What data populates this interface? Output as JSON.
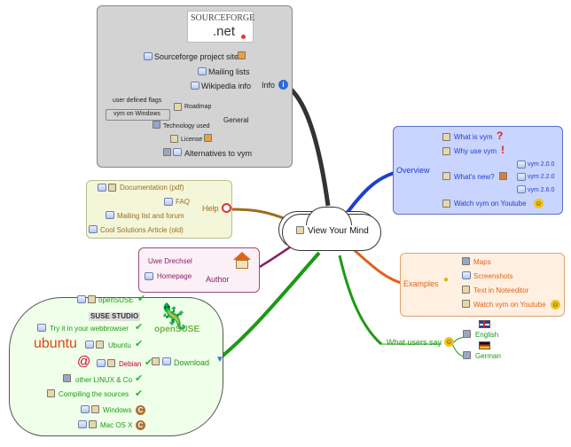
{
  "center": {
    "label": "View Your Mind"
  },
  "info": {
    "label": "Info",
    "logo_sourceforge": "SOURCEFORGE",
    "logo_net": ".net",
    "items": [
      "Sourceforge project site",
      "Mailing lists",
      "Wikipedia info"
    ],
    "general": {
      "label": "General",
      "roadmap": "Roadmap",
      "technology": "Technology used",
      "user_flags": "user defined flags",
      "vym_windows": "vym on Windows",
      "license": "License"
    },
    "alternatives": "Alternatives to vym"
  },
  "overview": {
    "label": "Overview",
    "what_is": "What is vym",
    "why_use": "Why use vym",
    "whats_new": "What's new?",
    "versions": [
      "vym 2.0.0",
      "vym 2.2.0",
      "vym 2.6.0"
    ],
    "watch": "Watch vym on Youtube"
  },
  "help": {
    "label": "Help",
    "items": [
      "Documentation (pdf)",
      "FAQ",
      "Mailing list and forum",
      "Cool Solutions Article (old)"
    ]
  },
  "author": {
    "label": "Author",
    "name": "Uwe Drechsel",
    "homepage": "Homepage"
  },
  "examples": {
    "label": "Examples",
    "items": [
      "Maps",
      "Screenshots",
      "Text in Noteeditor",
      "Watch vym on Youtube"
    ]
  },
  "users": {
    "label": "What users say",
    "items": [
      "English",
      "German"
    ]
  },
  "download": {
    "label": "Download",
    "opensuse_logo": "openSUSE",
    "suse_studio": "SUSE STUDIO",
    "ubuntu_logo": "ubuntu",
    "items": [
      "openSUSE",
      "Try it in your webbrowser",
      "Ubuntu",
      "Debian",
      "other LINUX & Co",
      "Compiling the sources",
      "Windows",
      "Mac OS X"
    ]
  },
  "colors": {
    "info_bg": "#d3d3d3",
    "overview_bg": "#c9d4ff",
    "help_bg": "#f4f6d9",
    "author_bg": "#fbf0f6",
    "examples_bg": "#fff0e2",
    "download_bg": "#f0ffea",
    "overview": "#1f3fcc",
    "help": "#9e6b1e",
    "author": "#8b1b6a",
    "examples": "#e0621a",
    "green": "#1b9a14"
  }
}
